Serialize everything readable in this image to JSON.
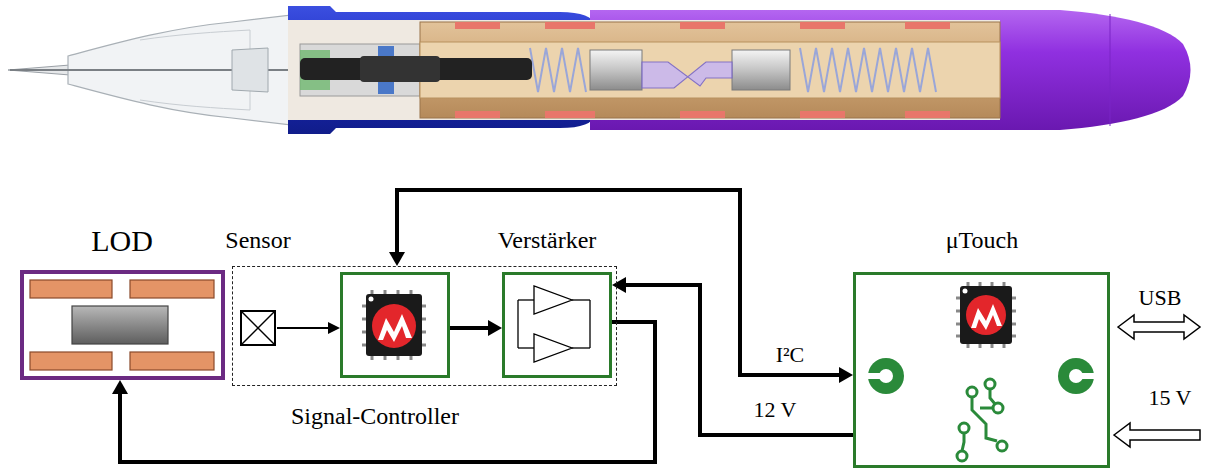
{
  "diagram": {
    "nodes": [
      {
        "text": [
          "LOD"
        ]
      },
      {
        "text": [
          "Signal-Controller"
        ]
      },
      {
        "text": [
          "Sensor"
        ],
        "in": 1
      },
      {
        "text": [
          "Verstärker"
        ],
        "in": 1
      },
      {
        "text": [
          "μTouch"
        ]
      }
    ],
    "edges": [
      {
        "from": 4,
        "to": 1,
        "label": "I²C",
        "arrow": "both"
      },
      {
        "from": 4,
        "to": 3,
        "label": "12 V",
        "arrow": "to"
      },
      {
        "from": 3,
        "to": 0,
        "arrow": "to"
      }
    ],
    "labels": [
      "USB",
      "15 V"
    ]
  }
}
